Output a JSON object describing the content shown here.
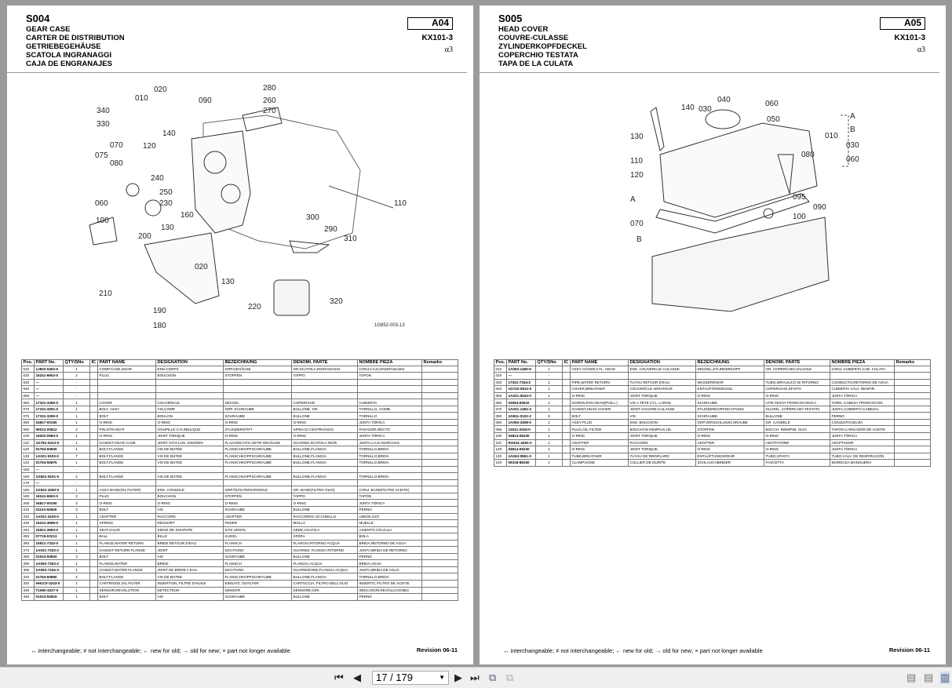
{
  "footer": {
    "legend": "↔  interchangeable;   ≠ not interchangeable;   ← new for old;   → old for new;   ×  part not longer available",
    "revision": "Revision 06-11"
  },
  "columns": [
    "Pos.",
    "PART No.",
    "QTY/SNo",
    "IC",
    "PART NAME",
    "DESIGNATION",
    "BEZEICHNUNG",
    "DENOMI. PARTE",
    "NOMBRE PIEZA",
    "Remarks"
  ],
  "pages": [
    {
      "code": "S004",
      "titles": [
        "GEAR CASE",
        "CARTER DE DISTRIBUTION",
        "GETRIEBEGEHÄUSE",
        "SCATOLA INGRANAGGI",
        "CAJA DE ENGRANAJES"
      ],
      "box": "A04",
      "model": "KX101-3",
      "alpha": "α3",
      "callouts": [
        "010",
        "020",
        "090",
        "280",
        "260",
        "270",
        "340",
        "330",
        "140",
        "070",
        "120",
        "075",
        "080",
        "240",
        "250",
        "230",
        "110",
        "060",
        "160",
        "100",
        "300",
        "130",
        "290",
        "200",
        "310",
        "020",
        "130",
        "210",
        "320",
        "220",
        "190",
        "180",
        "1G852-003-13"
      ],
      "rows": [
        [
          "010",
          "1J832-0402-0",
          "1",
          "",
          "COMP.CASE,GEAR",
          "ENS.CORPS",
          "GRP.GEHÄUSE",
          "GR.SCATOLA,INGRANAGGI",
          "CONJ.CAJA,ENGRANAJES",
          ""
        ],
        [
          "020",
          "16241-9602-0",
          "2",
          "",
          "PLUG",
          "BOUCHON",
          "STOPFEN",
          "TAPPO",
          "TAPÓN",
          ""
        ],
        [
          "030",
          "---",
          "-",
          "",
          "",
          "",
          "",
          "",
          "",
          ""
        ],
        [
          "040",
          "---",
          "-",
          "",
          "",
          "",
          "",
          "",
          "",
          ""
        ],
        [
          "050",
          "---",
          "-",
          "",
          "",
          "",
          "",
          "",
          "",
          ""
        ],
        [
          "060",
          "17331-3280-0",
          "1",
          "",
          "COVER",
          "COUVERCLE",
          "DECKEL",
          "COPERCHIO",
          "CUBIERTA",
          ""
        ],
        [
          "070",
          "17331-3291-0",
          "1",
          "",
          "BOLT, ASSY",
          "VIS,COMP.",
          "GRP. SCHRAUBE",
          "BULLONE, GR.",
          "TORNILLO, COMB.",
          ""
        ],
        [
          "075",
          "17331-3290-0",
          "1",
          "",
          "BOLT",
          "BOULON",
          "SCHRAUBE",
          "BULLONE",
          "TORNILLO",
          ""
        ],
        [
          "080",
          "04817-00150",
          "1",
          "",
          "O-RING",
          "O-RING",
          "O-RING",
          "O-RING",
          "JUNTA TÓRICA",
          ""
        ],
        [
          "090",
          "05012-00812",
          "2",
          "",
          "PIN,STRAIGHT",
          "GOUPILLE CYLINDLIQUE",
          "ZYLINDERSTIFT",
          "SPINA DI CENTRAGGIO",
          "PASADOR,RECTO",
          ""
        ],
        [
          "100",
          "19202-0683-0",
          "1",
          "",
          "O-RING",
          "JOINT TORIQUE",
          "O-RING",
          "O-RING",
          "JUNTA TÓRICA",
          ""
        ],
        [
          "110",
          "1G781-0413-0",
          "1",
          "",
          "GASKET,GEAR CASE",
          "JOINT STAT.LOG. ENGREN",
          "FLACHDICHTG.GETR-GEHÄUSE",
          "GUARNIZ.SCATOLA INGR.",
          "JUNTA,CAJA MARCHAS",
          ""
        ],
        [
          "120",
          "01754-50830",
          "1",
          "",
          "BOLT,FLANGE",
          "VIS DE BUTEE",
          "FLANSCHKOPFSCHRAUBE",
          "BULLONE,FLANGIA",
          "TORNILLO,BRIDA",
          ""
        ],
        [
          "130",
          "1A021-9103-0",
          "7",
          "",
          "BOLT,FLANGE",
          "VIS DE BUTEE",
          "FLANSCHKOPFSCHRAUBE",
          "BULLONE,FLANGIA",
          "TORNILLO,BRIDA",
          ""
        ],
        [
          "140",
          "01754-50875",
          "1",
          "",
          "BOLT,FLANGE",
          "VIS DE BUTEE",
          "FLANSCHKOPFSCHRAUBE",
          "BULLONE,FLANGIA",
          "TORNILLO,BRIDA",
          ""
        ],
        [
          "150",
          "---",
          "-",
          "",
          "",
          "",
          "",
          "",
          "",
          ""
        ],
        [
          "160",
          "1G841-9101-0",
          "2",
          "",
          "BOLT,FLANGE",
          "VIS DE BUTEE",
          "FLANSCHKOPFSCHRAUBE",
          "BULLONE,FLANGIA",
          "TORNILLO,BRIDA",
          ""
        ],
        [
          "170",
          "---",
          "-",
          "",
          "",
          "",
          "",
          "",
          "",
          ""
        ],
        [
          "180",
          "1G922-3260-0",
          "1",
          "",
          "ASSY BASE(OIL FILTER)",
          "ENS. CONSOLE",
          "GRP.ÖLFILTERKONSOLE",
          "GR. BASE(FILTRO OLIO)",
          "CONJ. BASE(FILTRO ACEITE)",
          ""
        ],
        [
          "190",
          "16241-9602-0",
          "2",
          "",
          "PLUG",
          "BOUCHON",
          "STOPFEN",
          "TAPPO",
          "TAPÓN",
          ""
        ],
        [
          "200",
          "04817-00150",
          "2",
          "",
          "O-RING",
          "O-RING",
          "O-RING",
          "O-RING",
          "JUNTA TÓRICA",
          ""
        ],
        [
          "210",
          "01123-50840",
          "3",
          "",
          "BOLT",
          "VIS",
          "SCHRAUBE",
          "BULLONE",
          "PERNO",
          ""
        ],
        [
          "220",
          "1A021-3229-0",
          "1",
          "",
          "ADAPTER",
          "RACCORD",
          "ADAPTER",
          "RACCORDO OCCHIELLO",
          "UNIÓN,OJO",
          ""
        ],
        [
          "230",
          "15241-3695-0",
          "1",
          "",
          "SPRING",
          "RESSORT",
          "FEDER",
          "MOLLA",
          "MUELLE",
          ""
        ],
        [
          "240",
          "15521-3693-0",
          "1",
          "",
          "SEAT,VALVE",
          "SIEGE DE SOUPAPE",
          "SITZ,VENTIL",
          "SEDE,VALVOLA",
          "ASIENTO,VÁLVULA",
          ""
        ],
        [
          "250",
          "07715-03213",
          "1",
          "",
          "BALL",
          "BILLE",
          "KUGEL",
          "SFERA",
          "BOLA",
          ""
        ],
        [
          "260",
          "15521-7332-0",
          "1",
          "",
          "FLANGE,WATER RETURN",
          "BRIDE RETOUR D'EAU",
          "FLANSCH",
          "FLANGIA,RITORNO ACQUA",
          "BRIDA,RETORNO DE AGUA",
          ""
        ],
        [
          "270",
          "1A021-7333-2",
          "1",
          "",
          "GASKET RETURN FLANGE",
          "JOINT",
          "DICHTUNG",
          "GUARNIZ. FLANGIA RITORNO",
          "JUNTA,BRIDA DE RETORNO",
          ""
        ],
        [
          "280",
          "01023-50820",
          "3",
          "",
          "BOLT",
          "VIS",
          "SCHRAUBE",
          "BULLONE",
          "PERNO",
          ""
        ],
        [
          "290",
          "1A053-7303-2",
          "1",
          "",
          "FLANGE,WATER",
          "BRIDE",
          "FLANSCH",
          "FLANGIA,ACQUA",
          "BRIDA,AGUA",
          ""
        ],
        [
          "300",
          "1A053-7334-3",
          "1",
          "",
          "GASKET,WATER FLANGE",
          "JOINT DE BRIDE A EAU",
          "DICHTUNG",
          "GUARNIZIONE,FLANGIA ACQUA",
          "JUNTA,BRIDA DE AGUA",
          ""
        ],
        [
          "310",
          "01754-50850",
          "2",
          "",
          "BOLT,FLANGE",
          "VIS DE BUTEE",
          "FLANSCHKOPFSCHRAUBE",
          "BULLONE,FLANGIA",
          "TORNILLO,BRIDA",
          ""
        ],
        [
          "320",
          "HH1C0-3243-0",
          "1",
          "",
          "CARTRIDGE,OIL FILTER",
          "INSERTION, FILTRE D'HUILE",
          "EINSATZ, ÖLFILTER",
          "CARTUCCIA; FILTRO DELL'OLIO",
          "INSERTO, FILTRO DE ACEITE",
          ""
        ],
        [
          "330",
          "T1060-3227-0",
          "1",
          "",
          "SENSOR,REVOLUTION",
          "DETECTEUR",
          "SENSOR",
          "SENSORE,GIRI",
          "INDICADOR,REVOLUCIONES",
          ""
        ],
        [
          "340",
          "01023-50816",
          "1",
          "",
          "BOLT",
          "VIS",
          "SCHRAUBE",
          "BULLONE",
          "PERNO",
          ""
        ]
      ]
    },
    {
      "code": "S005",
      "titles": [
        "HEAD COVER",
        "COUVRE-CULASSE",
        "ZYLINDERKOPFDECKEL",
        "COPERCHIO TESTATA",
        "TAPA DE LA CULATA"
      ],
      "box": "A05",
      "model": "KX101-3",
      "alpha": "α3",
      "callouts": [
        "040",
        "060",
        "140",
        "030",
        "050",
        "130",
        "010",
        "A",
        "B",
        "030",
        "060",
        "080",
        "110",
        "120",
        "A",
        "095",
        "090",
        "100",
        "070",
        "B"
      ],
      "rows": [
        [
          "010",
          "1A053-1450-5",
          "1",
          "",
          "ASSY COVER,CYL. HEAD",
          "ENS. COUVERCLE CULASSE",
          "DECKEL,ZYLINDERKOPF",
          "GR. COPERCHIO,VALVOLE",
          "CONJ. CUBIERTA,CAB. CULATA",
          ""
        ],
        [
          "020",
          "---",
          "-",
          "",
          "",
          "",
          "",
          "",
          "",
          ""
        ],
        [
          "030",
          "17331-7334-2",
          "1",
          "",
          "PIPE,WATER RETURN",
          "TUYAU RETOUR D'EAU",
          "WASSERROHR",
          "TUBO,IDRAULICO DI RITORNO",
          "CONDUCTO,RETORNO DE AGUA",
          ""
        ],
        [
          "040",
          "1G742-0512-0",
          "1",
          "",
          "COVER,BREATHER",
          "COUVERCLE AERATEUR",
          "ENTLÜFTERDECKEL",
          "COPERCHIO,SFIATO",
          "CUBIERTA VÁLV. RESPIR.",
          ""
        ],
        [
          "050",
          "1A021-0543-0",
          "1",
          "",
          "O-RING",
          "JOINT TORIQUE",
          "O-RING",
          "O-RING",
          "JUNTA TÓRICA",
          ""
        ],
        [
          "060",
          "03054-50510",
          "4",
          "",
          "SCREW,PAN HEAD(PHILL.)",
          "VIS A TÊTE CYL. LARGE",
          "SCHRAUBE",
          "VITE,TESTA TRONCOCONICA",
          "TORN. CABEZA TRONCOCÓN.",
          ""
        ],
        [
          "070",
          "1A021-1452-3",
          "1",
          "",
          "GASKET,HEAD COVER",
          "JOINT COUVRE-CULASSE",
          "ZYLINDERKOPFDICHTUNG",
          "GUARN., COPERCHIO TESTATA",
          "JUNTA,CUBIERTA CABEZAL",
          ""
        ],
        [
          "080",
          "1G911-0102-2",
          "8",
          "",
          "BOLT",
          "VIS",
          "SCHRAUBE",
          "BULLONE",
          "PERNO",
          ""
        ],
        [
          "090",
          "1A053-3308-0",
          "1",
          "",
          "ASSY PLUG",
          "ENS. BOUCHON",
          "GRP.VERSCHLUSSCHRAUBE",
          "GR. CANDELE",
          "CONJUNTO,BUJÍA",
          ""
        ],
        [
          "095",
          "13011-3316-0",
          "1",
          "",
          "PLUG,OIL FILTER",
          "BOUCHON REMPLIS.H/L",
          "STOPFEN",
          "BOCCH. RIEMPIM. OLIO",
          "TAPÓN CARGADOR DE ACEITE",
          ""
        ],
        [
          "100",
          "04814-06230",
          "1",
          "",
          "O-RING",
          "JOINT TORIQUE",
          "O-RING",
          "O-RING",
          "JUNTA TÓRICA",
          ""
        ],
        [
          "110",
          "RG511-4281-0",
          "1",
          "",
          "ADAPTER",
          "RACCORD",
          "ADAPTER",
          "ADATTATORE",
          "ADAPTADOR",
          ""
        ],
        [
          "120",
          "04814-06230",
          "1",
          "",
          "O-RING",
          "JOINT TORIQUE",
          "O-RING",
          "O-RING",
          "JUNTA TÓRICA",
          ""
        ],
        [
          "130",
          "1A053-0551-0",
          "1",
          "",
          "TUBE,BREATHER",
          "TUYAU DE REINFLARD",
          "ENTLÜFTUNGSROHR",
          "TUBO,SFIATO",
          "TUBO,VÁLV. DE RESPIRACIÓN",
          ""
        ],
        [
          "140",
          "09318-88150",
          "1",
          "",
          "CLAMP,HOSE",
          "COLLIER DE DURITE",
          "SCHLAUCHBINDER",
          "FASCETTA",
          "MORDAZA,MANGUERA",
          ""
        ]
      ]
    }
  ],
  "toolbar": {
    "page_input": "17 / 179"
  },
  "icons": [
    "first-page-icon",
    "prev-page-icon",
    "next-page-icon",
    "last-page-icon",
    "fit-page-icon",
    "fit-width-icon",
    "single-page-icon",
    "continuous-icon",
    "two-page-icon"
  ]
}
